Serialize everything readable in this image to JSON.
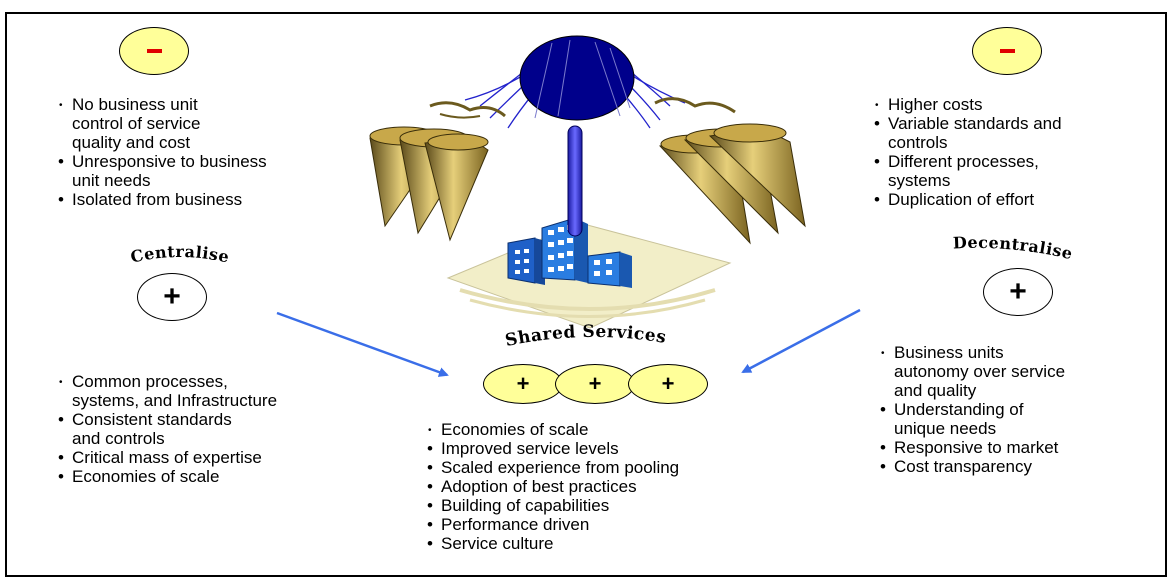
{
  "centralise": {
    "minus_items": [
      "No business unit\ncontrol of service\nquality and cost",
      "Unresponsive to business\nunit needs",
      "Isolated from business"
    ],
    "label": "Centralise",
    "plus_items": [
      "Common processes,\nsystems,  and Infrastructure",
      "Consistent standards\nand controls",
      "Critical mass of expertise",
      "Economies of scale"
    ]
  },
  "decentralise": {
    "minus_items": [
      "Higher costs",
      "Variable standards and\ncontrols",
      "Different processes,\nsystems",
      "Duplication of effort"
    ],
    "label": "Decentralise",
    "plus_items": [
      "Business units\nautonomy over service\nand quality",
      "Understanding of\nunique needs",
      "Responsive to market",
      "Cost transparency"
    ]
  },
  "shared": {
    "label": "Shared Services",
    "plus_items": [
      "Economies of scale",
      "Improved service levels",
      "Scaled experience from pooling",
      "Adoption of best practices",
      "Building of capabilities",
      "Performance driven",
      "Service culture"
    ]
  },
  "symbols": {
    "minus": "–",
    "plus": "+"
  },
  "colors": {
    "minus_bg": "#ffff99",
    "minus_sign": "#e00000",
    "arrow": "#3a6ee8",
    "balloon": "#00008b",
    "rope": "#2222cc",
    "bucket": "#b8962e",
    "building": "#2a7de1",
    "platform": "#f2eec8"
  },
  "icons": [
    "balloon-icon",
    "bucket-cluster-icon",
    "office-building-icon",
    "arrow-icon"
  ]
}
